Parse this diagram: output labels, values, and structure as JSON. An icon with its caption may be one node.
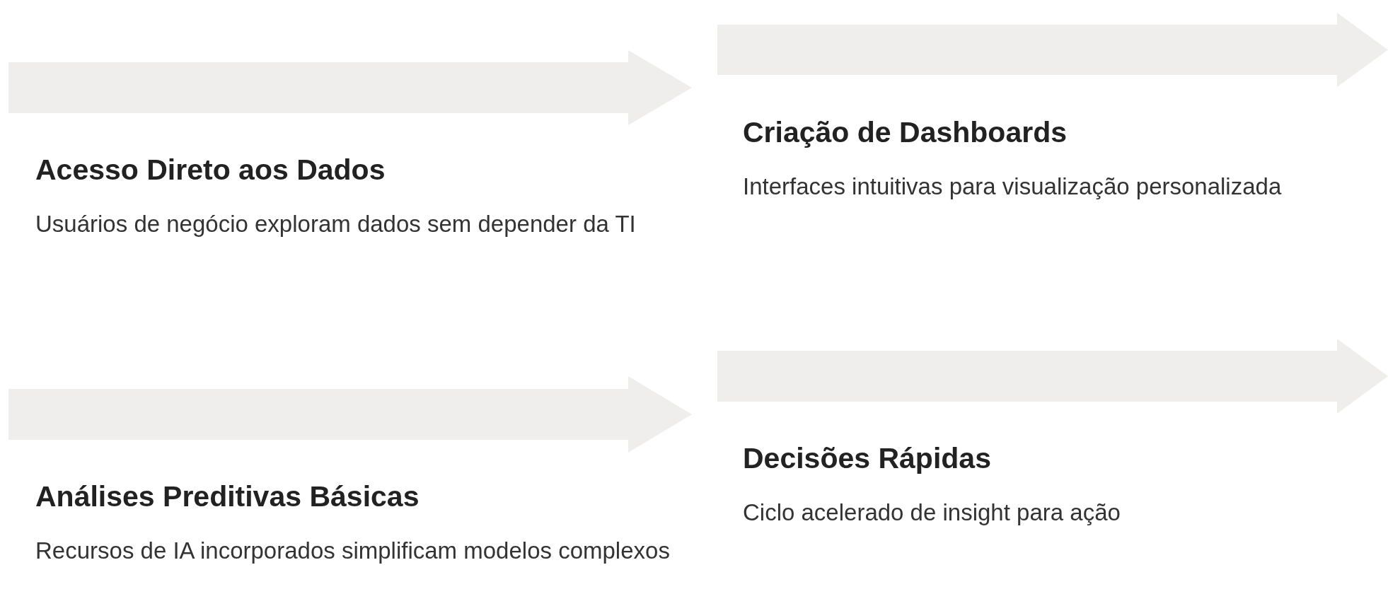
{
  "diagram": {
    "nodes": [
      {
        "text": [
          "Acesso Direto aos Dados",
          "Usuários de negócio exploram dados sem depender da TI"
        ]
      },
      {
        "text": [
          "Criação de Dashboards",
          "Interfaces intuitivas para visualização personalizada"
        ]
      },
      {
        "text": [
          "Análises Preditivas Básicas",
          "Recursos de IA incorporados simplificam modelos complexos"
        ]
      },
      {
        "text": [
          "Decisões Rápidas",
          "Ciclo acelerado de insight para ação"
        ]
      }
    ]
  }
}
